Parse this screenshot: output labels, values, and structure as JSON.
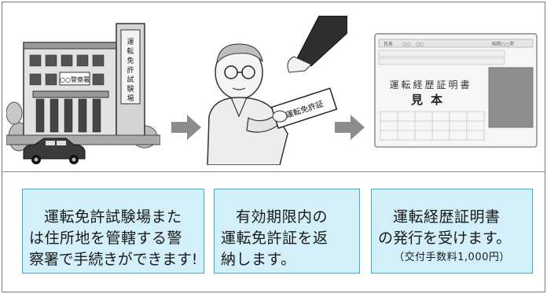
{
  "colors": {
    "box_fill": "#d3eff9",
    "box_border": "#3aaed6",
    "arrow": "#8c8c8c",
    "divider": "#8a8a8a"
  },
  "illustrations": {
    "police_station": {
      "icon": "police-station-icon",
      "sign_text": "○○警察署",
      "vertical_sign_text": "運転免許試験場"
    },
    "return_license": {
      "icon": "license-return-icon",
      "document_text": "運転免許証"
    },
    "certificate": {
      "icon": "driving-history-certificate-icon",
      "title": "運転経歴証明書",
      "sample_mark": "見本"
    }
  },
  "steps": [
    {
      "lines": [
        "運転免許試験場また",
        "は住所地を管轄する警",
        "察署で手続きができます!"
      ]
    },
    {
      "lines": [
        "有効期限内の",
        "運転免許証を返",
        "納します。"
      ]
    },
    {
      "lines": [
        "運転経歴証明書",
        "の発行を受けます。"
      ],
      "note": "（交付手数料1,000円）"
    }
  ]
}
